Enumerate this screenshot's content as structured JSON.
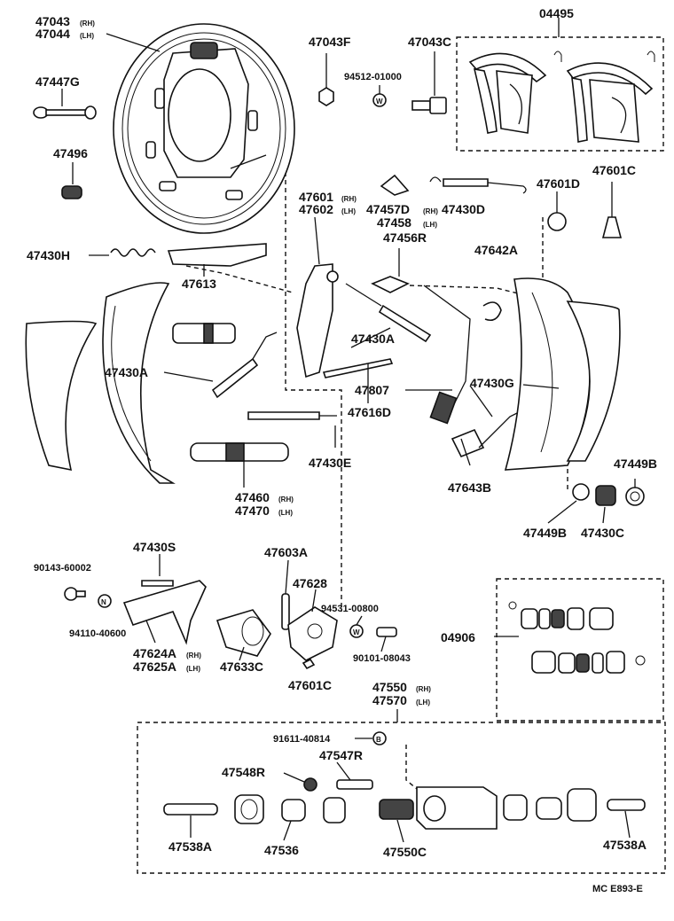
{
  "labels": {
    "p47043": "47043",
    "p47044": "47044",
    "rh": "(RH)",
    "lh": "(LH)",
    "p47043F": "47043F",
    "p94512": "94512-01000",
    "p47043C": "47043C",
    "p04495": "04495",
    "p47447G": "47447G",
    "p47496": "47496",
    "p47601": "47601",
    "p47602": "47602",
    "p47457D": "47457D",
    "p47458": "47458",
    "p47430D": "47430D",
    "p47601D": "47601D",
    "p47601C": "47601C",
    "p47456R": "47456R",
    "p47430H": "47430H",
    "p47613": "47613",
    "p47642A": "47642A",
    "p47430A": "47430A",
    "p47807": "47807",
    "p47430G": "47430G",
    "p47616D": "47616D",
    "p47430E": "47430E",
    "p47643B": "47643B",
    "p47449B": "47449B",
    "p47460": "47460",
    "p47470": "47470",
    "p47430C": "47430C",
    "p47430S": "47430S",
    "p90143": "90143-60002",
    "p94110": "94110-40600",
    "p47624A": "47624A",
    "p47625A": "47625A",
    "p47633C": "47633C",
    "p47603A": "47603A",
    "p47628": "47628",
    "p94531": "94531-00800",
    "p90101": "90101-08043",
    "p04906": "04906",
    "p47550": "47550",
    "p47570": "47570",
    "p91611": "91611-40814",
    "p47547R": "47547R",
    "p47548R": "47548R",
    "p47538A": "47538A",
    "p47536": "47536",
    "p47550C": "47550C",
    "footer": "MC   E893-E"
  },
  "glyphs": {
    "washer_w": "W",
    "nut_n": "N",
    "bolt_b": "B"
  }
}
